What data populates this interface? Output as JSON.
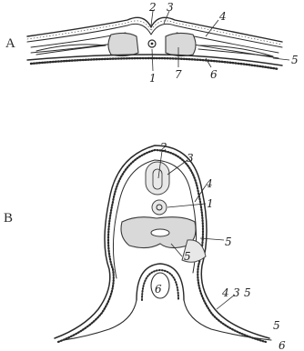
{
  "panels": [
    {
      "id": "A",
      "label": "A",
      "numbers": [
        "2",
        "3",
        "4",
        "5",
        "1",
        "7",
        "6"
      ]
    },
    {
      "id": "B",
      "label": "B",
      "numbers": [
        "2",
        "3",
        "4",
        "1",
        "5",
        "5",
        "6",
        "4",
        "3",
        "5",
        "5",
        "6"
      ]
    }
  ]
}
